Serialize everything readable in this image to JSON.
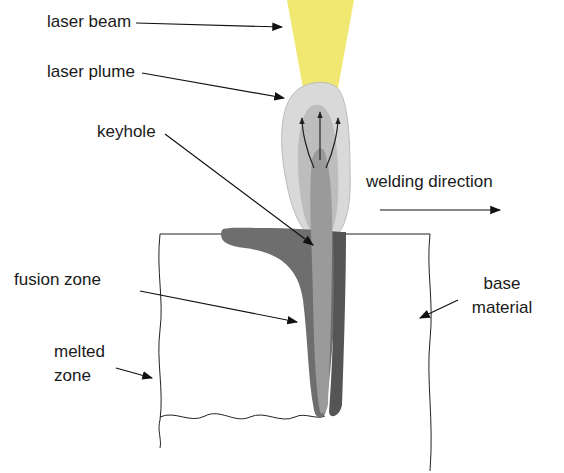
{
  "diagram": {
    "labels": [
      "laser beam",
      "laser plume",
      "keyhole",
      "welding direction",
      "fusion zone",
      "base material",
      "melted zone"
    ]
  }
}
